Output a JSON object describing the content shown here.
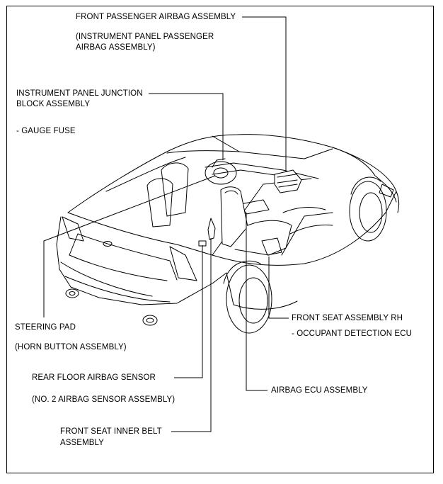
{
  "labels": {
    "front_passenger_airbag": "FRONT PASSENGER AIRBAG ASSEMBLY",
    "front_passenger_airbag_sub_1": "(INSTRUMENT PANEL PASSENGER",
    "front_passenger_airbag_sub_2": "AIRBAG ASSEMBLY)",
    "junction_block_1": "INSTRUMENT PANEL JUNCTION",
    "junction_block_2": "BLOCK ASSEMBLY",
    "gauge_fuse": "- GAUGE FUSE",
    "steering_pad": "STEERING PAD",
    "horn_button": "(HORN BUTTON ASSEMBLY)",
    "rear_floor_sensor": "REAR FLOOR AIRBAG SENSOR",
    "rear_floor_sensor_sub": "(NO. 2 AIRBAG SENSOR ASSEMBLY)",
    "inner_belt_1": "FRONT SEAT INNER BELT",
    "inner_belt_2": "ASSEMBLY",
    "front_seat_rh": "FRONT SEAT ASSEMBLY RH",
    "occupant_ecu": "- OCCUPANT DETECTION ECU",
    "airbag_ecu": "AIRBAG ECU ASSEMBLY"
  },
  "colors": {
    "line": "#000000",
    "fill": "#ffffff",
    "shade": "#b8b8b8"
  }
}
